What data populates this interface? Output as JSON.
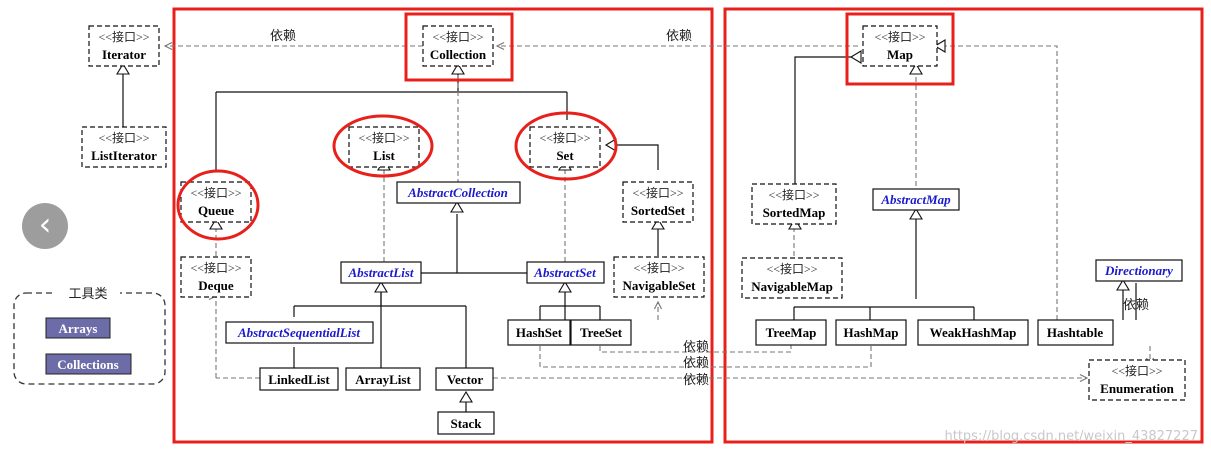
{
  "diagram": {
    "stereotype": "<<接口>>",
    "interfaces": {
      "iterator": "Iterator",
      "list_iterator": "ListIterator",
      "collection": "Collection",
      "list": "List",
      "set": "Set",
      "queue": "Queue",
      "deque": "Deque",
      "sorted_set": "SortedSet",
      "navigable_set": "NavigableSet",
      "map": "Map",
      "sorted_map": "SortedMap",
      "navigable_map": "NavigableMap",
      "enumeration": "Enumeration"
    },
    "abstract_classes": {
      "abstract_collection": "AbstractCollection",
      "abstract_list": "AbstractList",
      "abstract_set": "AbstractSet",
      "abstract_sequential_list": "AbstractSequentialList",
      "abstract_map": "AbstractMap",
      "directionary": "Directionary"
    },
    "classes": {
      "linked_list": "LinkedList",
      "array_list": "ArrayList",
      "vector": "Vector",
      "stack": "Stack",
      "hash_set": "HashSet",
      "tree_set": "TreeSet",
      "tree_map": "TreeMap",
      "hash_map": "HashMap",
      "weak_hash_map": "WeakHashMap",
      "hashtable": "Hashtable"
    },
    "dependency_label": "依赖",
    "tools": {
      "title": "工具类",
      "arrays": "Arrays",
      "collections": "Collections"
    },
    "watermark": "https://blog.csdn.net/weixin_43827227",
    "colors": {
      "highlight": "#e8201c",
      "abstract_text": "#1a1acc",
      "tool_fill": "#6c6ca8"
    }
  },
  "nav": {
    "back_icon": "chevron-left-icon",
    "back_glyph": "‹"
  }
}
